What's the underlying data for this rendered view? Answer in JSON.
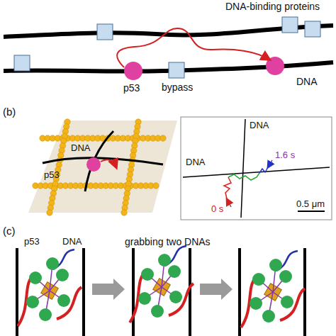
{
  "diagram": {
    "labels": [
      "DNA-binding proteins",
      "p53",
      "bypass",
      "DNA",
      "(b)",
      "DNA",
      "p53",
      "DNA",
      "DNA",
      "1.6 s",
      "0 s",
      "0.5 μm",
      "(c)",
      "p53",
      "DNA",
      "grabbing two DNAs"
    ]
  }
}
